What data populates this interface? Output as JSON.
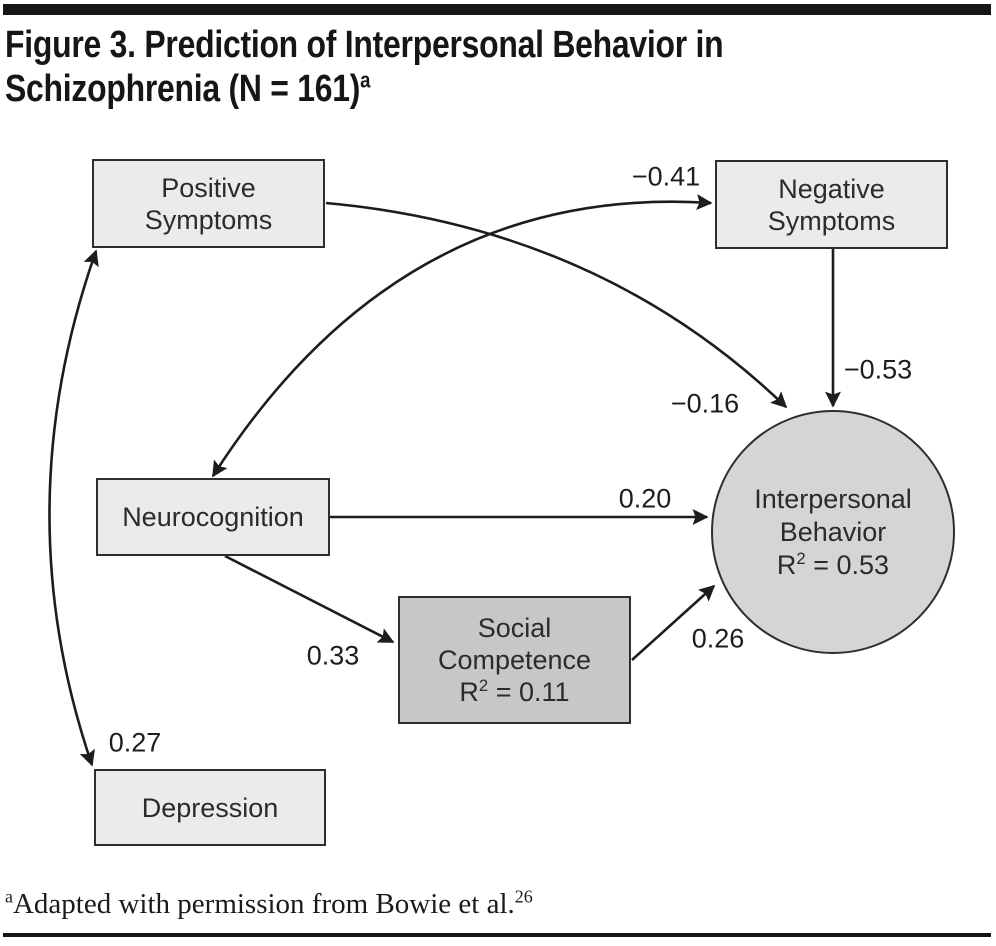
{
  "title": {
    "line1": "Figure 3. Prediction of Interpersonal Behavior in",
    "line2": "Schizophrenia (N = 161)",
    "line2_superscript": "a"
  },
  "nodes": {
    "positive_symptoms": {
      "lines": [
        "Positive",
        "Symptoms"
      ]
    },
    "negative_symptoms": {
      "lines": [
        "Negative",
        "Symptoms"
      ]
    },
    "neurocognition": {
      "lines": [
        "Neurocognition"
      ]
    },
    "social_competence": {
      "lines": [
        "Social",
        "Competence"
      ],
      "r2": {
        "base": "R",
        "sup": "2",
        "rest": " = 0.11"
      }
    },
    "interpersonal_behavior": {
      "lines": [
        "Interpersonal",
        "Behavior"
      ],
      "r2": {
        "base": "R",
        "sup": "2",
        "rest": " = 0.53"
      }
    },
    "depression": {
      "lines": [
        "Depression"
      ]
    }
  },
  "edges": [
    {
      "from": "Neurocognition",
      "to": "Negative Symptoms",
      "bidirectional": true,
      "shape": "curved",
      "value": "−0.41"
    },
    {
      "from": "Negative Symptoms",
      "to": "Interpersonal Behavior",
      "bidirectional": false,
      "shape": "straight",
      "value": "−0.53"
    },
    {
      "from": "Positive Symptoms",
      "to": "Interpersonal Behavior",
      "bidirectional": false,
      "shape": "curved",
      "value": "−0.16"
    },
    {
      "from": "Neurocognition",
      "to": "Interpersonal Behavior",
      "bidirectional": false,
      "shape": "straight",
      "value": "0.20"
    },
    {
      "from": "Neurocognition",
      "to": "Social Competence",
      "bidirectional": false,
      "shape": "straight",
      "value": "0.33"
    },
    {
      "from": "Social Competence",
      "to": "Interpersonal Behavior",
      "bidirectional": false,
      "shape": "straight",
      "value": "0.26"
    },
    {
      "from": "Depression",
      "to": "Positive Symptoms",
      "bidirectional": true,
      "shape": "curved",
      "value": "0.27"
    }
  ],
  "footnote": {
    "marker": "a",
    "text": "Adapted with permission from Bowie et al.",
    "citation": "26"
  },
  "colors": {
    "background": "#ffffff",
    "rule": "#161616",
    "title_text": "#161616",
    "node_border": "#2e2e2e",
    "node_fill_light": "#ebebeb",
    "node_fill_medium": "#c7c7c7",
    "circle_fill": "#d5d5d5",
    "arrow": "#1d1d1d",
    "label_text": "#1d1d1d",
    "node_text": "#2b2b2b"
  }
}
